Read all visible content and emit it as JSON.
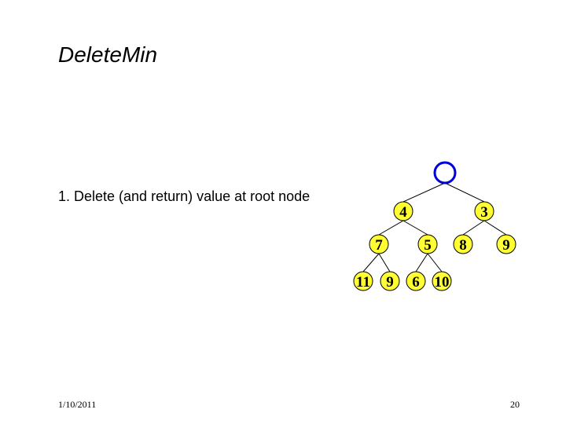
{
  "slide": {
    "title": "DeleteMin",
    "bullet": "1. Delete (and return) value at root node",
    "date": "1/10/2011",
    "page_number": "20"
  },
  "colors": {
    "node_fill": "#ffff33",
    "node_stroke": "#000000",
    "root_stroke": "#0000dd",
    "root_fill": "#ffffff",
    "edge": "#000000"
  },
  "tree": {
    "nodes": [
      {
        "id": "root",
        "label": "",
        "style": "empty-root"
      },
      {
        "id": "n4",
        "label": "4"
      },
      {
        "id": "n3",
        "label": "3"
      },
      {
        "id": "n7",
        "label": "7"
      },
      {
        "id": "n5",
        "label": "5"
      },
      {
        "id": "n8",
        "label": "8"
      },
      {
        "id": "n9a",
        "label": "9"
      },
      {
        "id": "n11",
        "label": "11"
      },
      {
        "id": "n9b",
        "label": "9"
      },
      {
        "id": "n6",
        "label": "6"
      },
      {
        "id": "n10",
        "label": "10"
      }
    ],
    "edges": [
      [
        "root",
        "n4"
      ],
      [
        "root",
        "n3"
      ],
      [
        "n4",
        "n7"
      ],
      [
        "n4",
        "n5"
      ],
      [
        "n3",
        "n8"
      ],
      [
        "n3",
        "n9a"
      ],
      [
        "n7",
        "n11"
      ],
      [
        "n7",
        "n9b"
      ],
      [
        "n5",
        "n6"
      ],
      [
        "n5",
        "n10"
      ]
    ]
  }
}
